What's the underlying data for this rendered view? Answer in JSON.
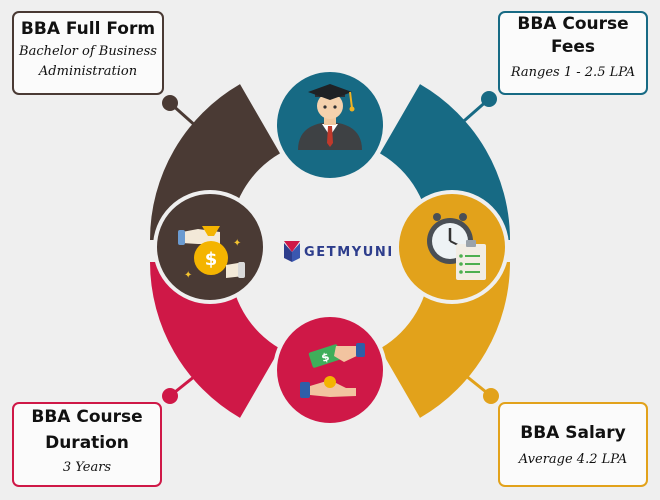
{
  "brand": {
    "name": "GETMYUNI"
  },
  "colors": {
    "brown": "#4a3a34",
    "teal": "#176a84",
    "crimson": "#cf1847",
    "gold": "#e2a21b"
  },
  "icons": {
    "top": "graduate-icon",
    "left": "money-bag-icon",
    "right": "clock-checklist-icon",
    "bottom": "hand-money-icon"
  },
  "boxes": {
    "full_form": {
      "title": "BBA Full Form",
      "line1": "Bachelor of Business",
      "line2": "Administration"
    },
    "fees": {
      "title_line1": "BBA Course",
      "title_line2": "Fees",
      "sub": "Ranges 1 - 2.5 LPA"
    },
    "duration": {
      "title_line1": "BBA Course",
      "title_line2": "Duration",
      "sub": "3 Years"
    },
    "salary": {
      "title": "BBA Salary",
      "sub": "Average 4.2 LPA"
    }
  }
}
